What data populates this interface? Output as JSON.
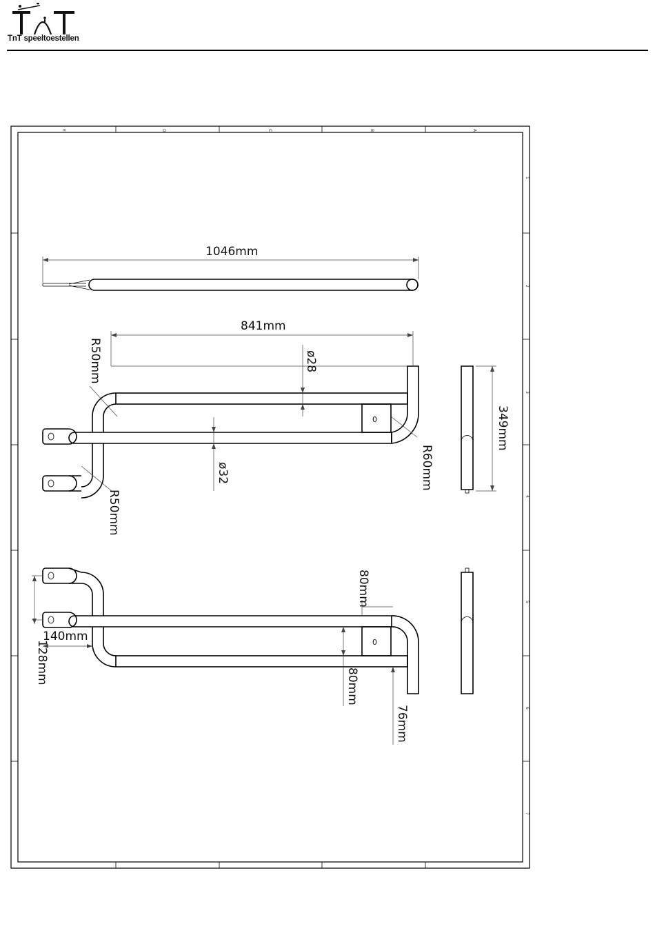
{
  "header": {
    "company_name": "TnT speeltoestellen",
    "logo_icon": "tnt-playground-logo-icon"
  },
  "frame": {
    "columns": [
      "E",
      "D",
      "C",
      "B",
      "A"
    ],
    "rows": [
      "1",
      "2",
      "3",
      "4",
      "5",
      "6",
      "7"
    ]
  },
  "dimensions": {
    "top_length": "1046mm",
    "middle_length": "841mm",
    "diameter_small": "ø28",
    "diameter_large": "ø32",
    "radius_upper_left": "R50mm",
    "radius_lower_left": "R50mm",
    "radius_right": "R60mm",
    "side_height": "349mm",
    "offset_top": "80mm",
    "offset_bottom": "80mm",
    "offset_right": "76mm",
    "width_140": "140mm",
    "height_128": "128mm"
  },
  "labels": {
    "hole_mark": "0"
  }
}
